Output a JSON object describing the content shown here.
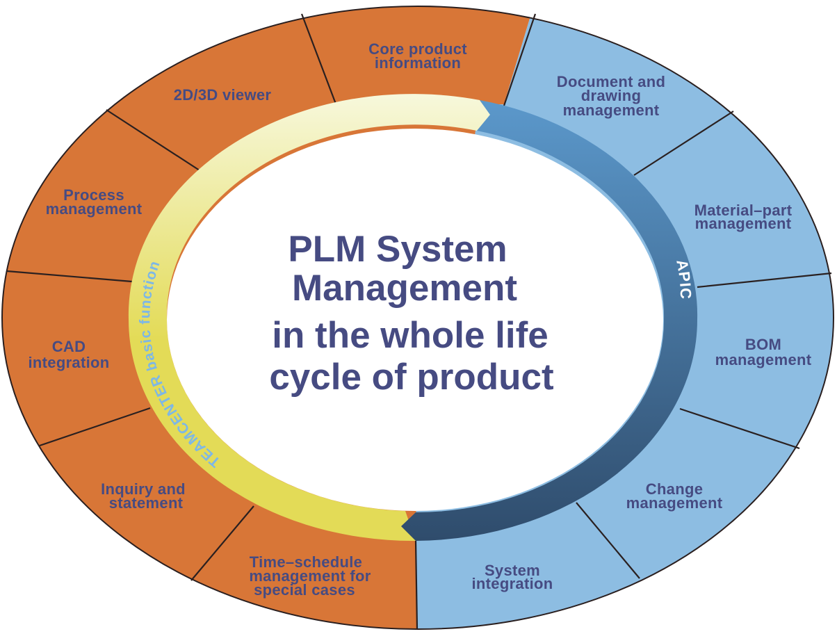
{
  "colors": {
    "orange": "#D87637",
    "light_blue": "#8DBDE2",
    "label_text": "#464B82",
    "divider": "#2a2020",
    "yellow_light": "#F7F8DC",
    "yellow": "#E3DB57",
    "blue_arc_top": "#5B98CB",
    "blue_arc_bottom": "#2F4C6C",
    "ring_text": "#7DB7E6",
    "apic_text": "#FFFFFF",
    "center_fill": "#FFFFFF"
  },
  "center": {
    "lines": [
      "PLM System",
      "Management",
      "in the whole life",
      "cycle of product"
    ]
  },
  "rings": {
    "left": {
      "label": "TEAMCENTER basic function"
    },
    "right": {
      "label": "APIC"
    }
  },
  "segments": [
    {
      "id": "core-product-information",
      "group": "teamcenter",
      "lines": [
        "Core product",
        "information"
      ]
    },
    {
      "id": "document-drawing-management",
      "group": "apic",
      "lines": [
        "Document and",
        "drawing",
        "management"
      ]
    },
    {
      "id": "material-part-management",
      "group": "apic",
      "lines": [
        "Material–part",
        "management"
      ]
    },
    {
      "id": "bom-management",
      "group": "apic",
      "lines": [
        "BOM",
        "management"
      ]
    },
    {
      "id": "change-management",
      "group": "apic",
      "lines": [
        "Change",
        "management"
      ]
    },
    {
      "id": "system-integration",
      "group": "apic",
      "lines": [
        "System",
        "integration"
      ]
    },
    {
      "id": "time-schedule-management",
      "group": "teamcenter",
      "lines": [
        "Time–schedule",
        "management for",
        "special cases"
      ]
    },
    {
      "id": "inquiry-and-statement",
      "group": "teamcenter",
      "lines": [
        "Inquiry and",
        "statement"
      ]
    },
    {
      "id": "cad-integration",
      "group": "teamcenter",
      "lines": [
        "CAD",
        "integration"
      ]
    },
    {
      "id": "process-management",
      "group": "teamcenter",
      "lines": [
        "Process",
        "management"
      ]
    },
    {
      "id": "2d-3d-viewer",
      "group": "teamcenter",
      "lines": [
        "2D/3D viewer"
      ]
    }
  ]
}
